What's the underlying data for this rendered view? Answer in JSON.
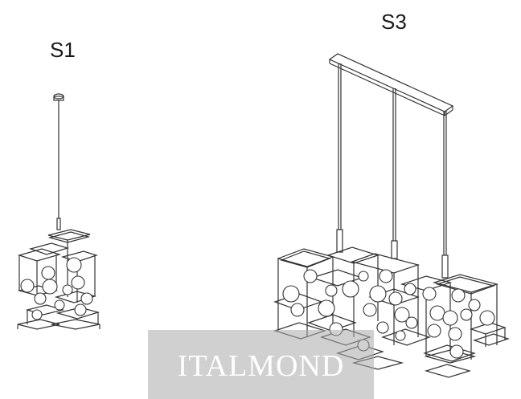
{
  "labels": {
    "s1": "S1",
    "s3": "S3"
  },
  "watermark": "ITALMOND",
  "colors": {
    "line": "#333333",
    "globe": "#ffffff",
    "watermark_bg": "#aaaaaa",
    "watermark_text": "#ffffff"
  }
}
